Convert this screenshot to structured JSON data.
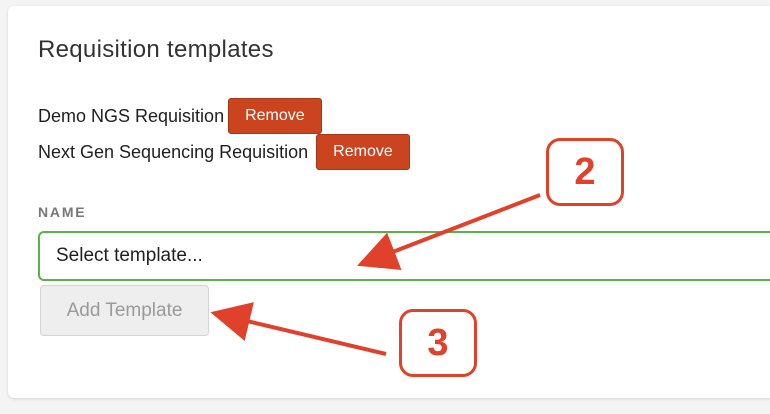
{
  "panel": {
    "title": "Requisition templates"
  },
  "templates": [
    {
      "name": "Demo NGS Requisition",
      "remove_label": "Remove"
    },
    {
      "name": "Next Gen Sequencing Requisition",
      "remove_label": "Remove"
    }
  ],
  "form": {
    "name_label": "NAME",
    "select_placeholder": "Select template...",
    "add_button_label": "Add Template"
  },
  "annotations": {
    "callout_2": "2",
    "callout_3": "3"
  },
  "colors": {
    "remove_button": "#c9441f",
    "select_border": "#5bb14a",
    "annotation": "#e0412a"
  }
}
